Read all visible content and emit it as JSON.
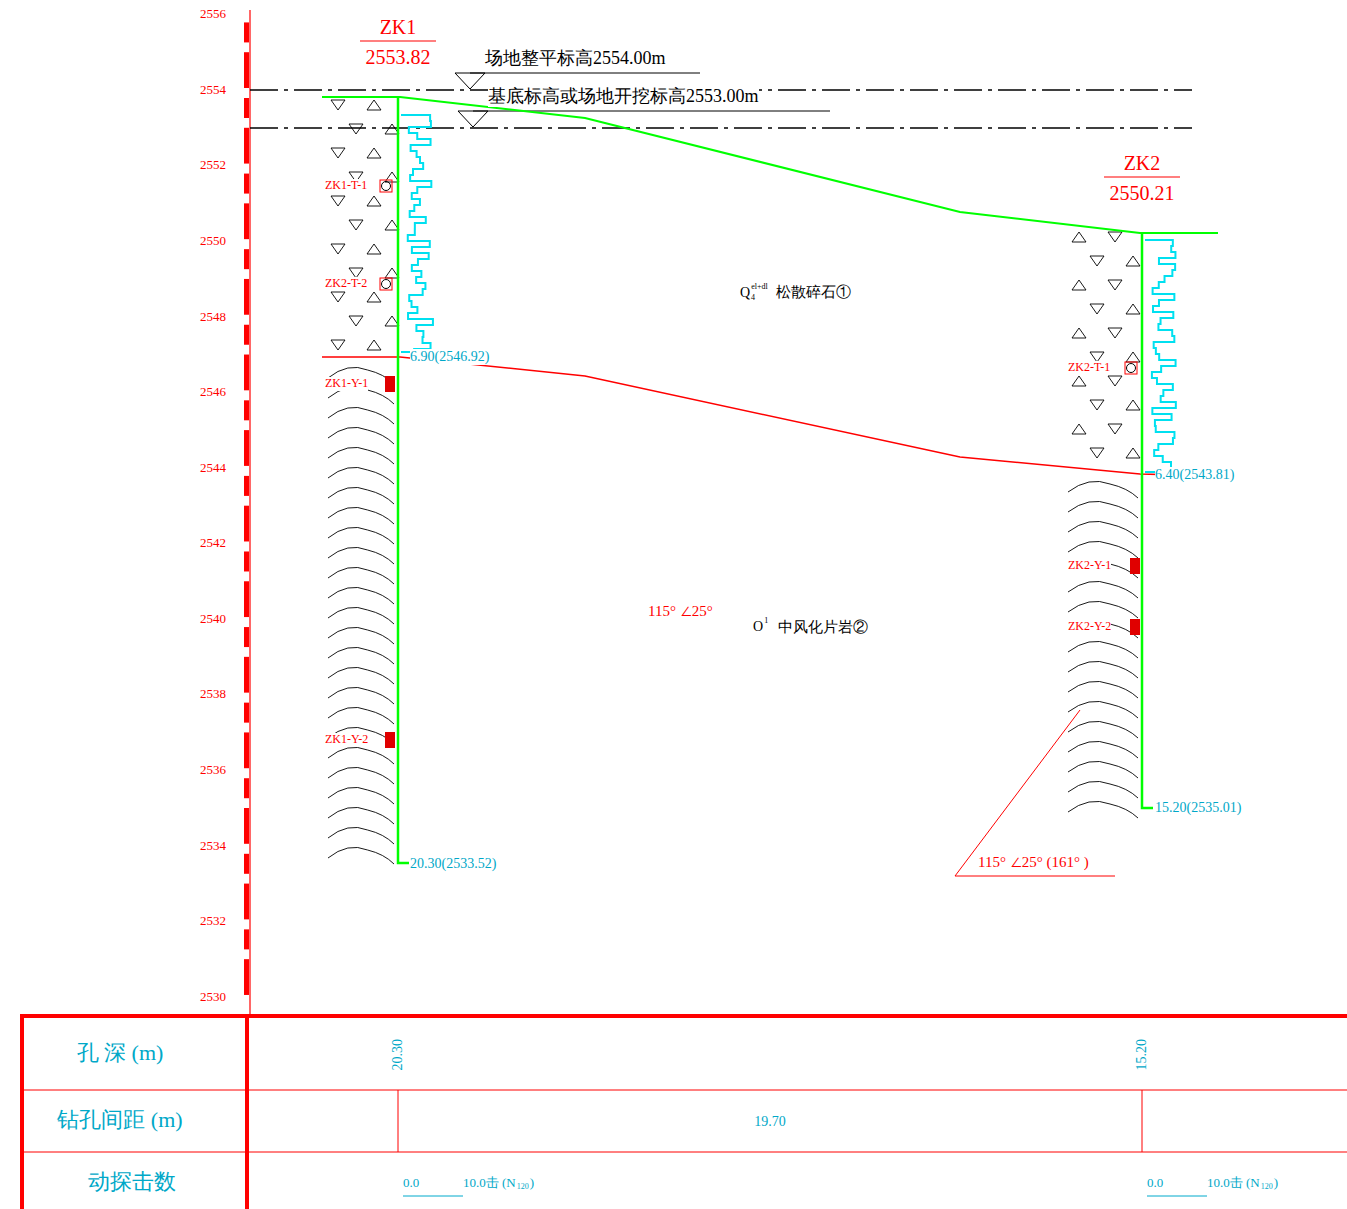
{
  "diagram": {
    "labels": [
      "2556",
      "2554",
      "2552",
      "2550",
      "2548",
      "2546",
      "2544",
      "2542",
      "2540",
      "2538",
      "2536",
      "2534",
      "2532",
      "2530",
      "ZK1",
      "2553.82",
      "ZK2",
      "2550.21",
      "场地整平标高2554.00m",
      "基底标高或场地开挖标高2553.00m",
      "ZK1-T-1",
      "ZK2-T-2",
      "ZK1-Y-1",
      "ZK1-Y-2",
      "ZK2-T-1",
      "ZK2-Y-1",
      "ZK2-Y-2",
      "6.90(2546.92)",
      "6.40(2543.81)",
      "20.30(2533.52)",
      "15.20(2535.01)",
      "Q",
      "el+dl",
      "4",
      "松散碎石①",
      "O",
      "1",
      "中风化片岩②",
      "115° ∠25°",
      "115° ∠25° (161° )",
      "孔  深 (m)",
      "钻孔间距 (m)",
      "动探击数",
      "20.30",
      "15.20",
      "19.70",
      "0.0",
      "10.0击 (N",
      "120",
      ")",
      "0.0",
      "10.0击 (N",
      "120",
      ")"
    ]
  }
}
